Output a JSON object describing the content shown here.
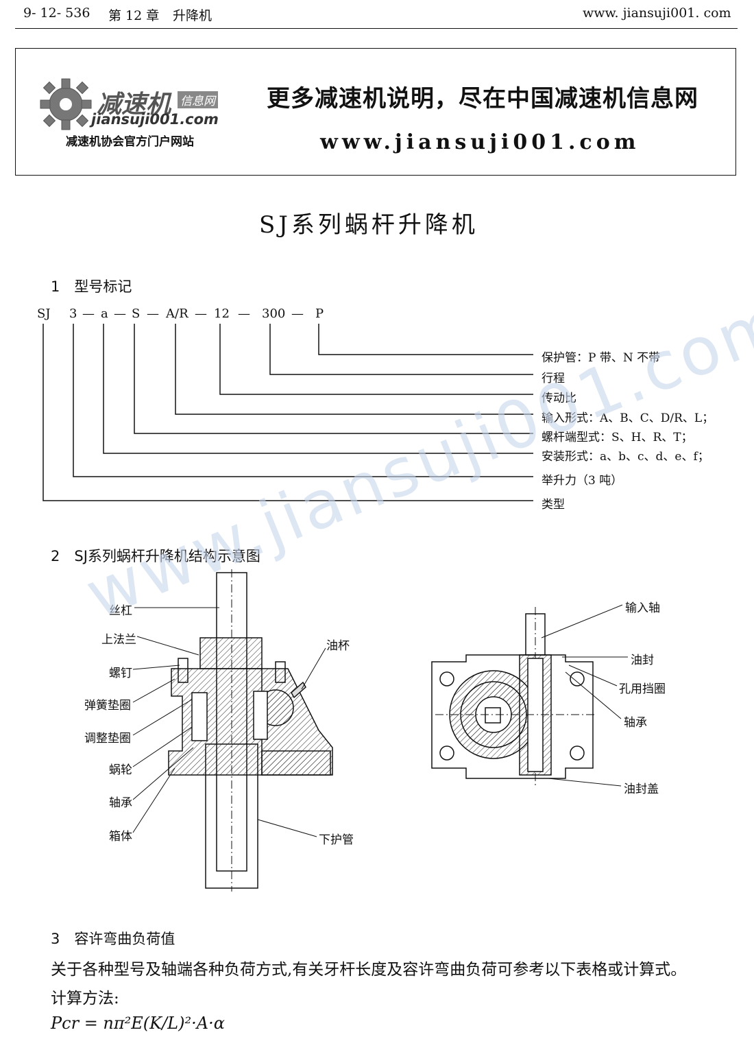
{
  "header": {
    "page_no": "9- 12- 536",
    "chapter": "第 12 章",
    "chapter_title": "升降机",
    "url": "www. jiansuji001. com"
  },
  "banner": {
    "logo_main": "减速机",
    "logo_sub": "信息网",
    "logo_domain": "jiansuji001.com",
    "logo_caption": "减速机协会官方门户网站",
    "slogan": "更多减速机说明，尽在中国减速机信息网",
    "site": "www.jiansuji001.com"
  },
  "watermark": "www.jiansuji001.com",
  "title": "SJ系列蜗杆升降机",
  "section1": {
    "heading": "1　型号标记",
    "code": [
      "SJ",
      "3",
      "—",
      "a",
      "—",
      "S",
      "—",
      "A/R",
      "—",
      "12",
      "—",
      "300",
      "—",
      "P"
    ],
    "labels": [
      "保护管：P 带、N 不带",
      "行程",
      "传动比",
      "输入形式：A、B、C、D/R、L；",
      "螺杆端型式：S、H、R、T；",
      "安装形式：a、b、c、d、e、f；",
      "举升力（3 吨）",
      "类型"
    ]
  },
  "section2": {
    "heading": "2　SJ系列蜗杆升降机结构示意图",
    "left_labels": [
      "丝杠",
      "上法兰",
      "螺钉",
      "弹簧垫圈",
      "调整垫圈",
      "蜗轮",
      "轴承",
      "箱体"
    ],
    "oil_cup": "油杯",
    "lower_tube": "下护管",
    "right_labels": [
      "输入轴",
      "油封",
      "孔用挡圈",
      "轴承",
      "油封盖"
    ]
  },
  "section3": {
    "heading": "3　容许弯曲负荷值",
    "text": "关于各种型号及轴端各种负荷方式,有关牙杆长度及容许弯曲负荷可参考以下表格或计算式。",
    "method": "计算方法:",
    "formula": "Pcr = nπ²E(K/L)²·A·α"
  }
}
